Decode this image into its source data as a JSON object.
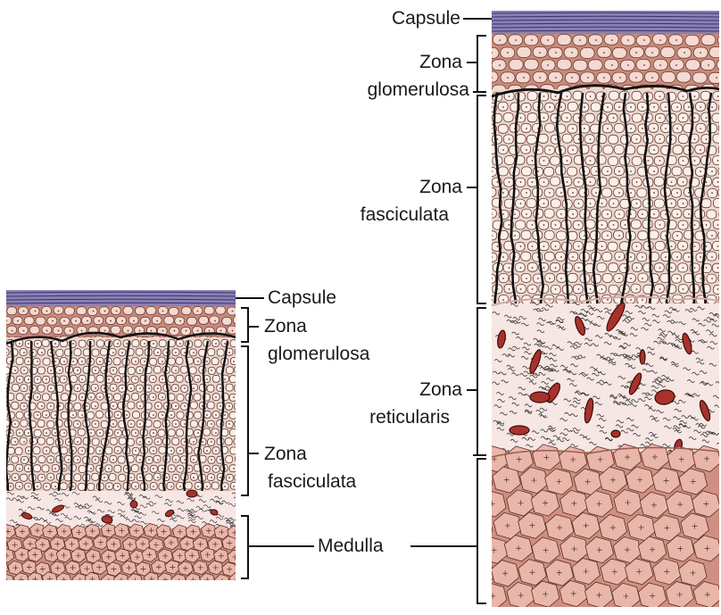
{
  "labels": {
    "capsule": "Capsule",
    "zona": "Zona",
    "glomerulosa": "glomerulosa",
    "fasciculata": "fasciculata",
    "reticularis": "reticularis",
    "medulla": "Medulla"
  },
  "colors": {
    "capsule": "#8a7fb6",
    "glomerulosa_fill": "#c98a7c",
    "glomerulosa_cell": "#f3dad2",
    "fasciculata_fill": "#efd6cc",
    "fasciculata_cell": "#fbefe9",
    "reticularis_fill": "#f6e6e4",
    "vessel": "#a8322b",
    "medulla_fill": "#cf8f82",
    "medulla_cell": "#e9b7aa",
    "ink": "#111111"
  }
}
